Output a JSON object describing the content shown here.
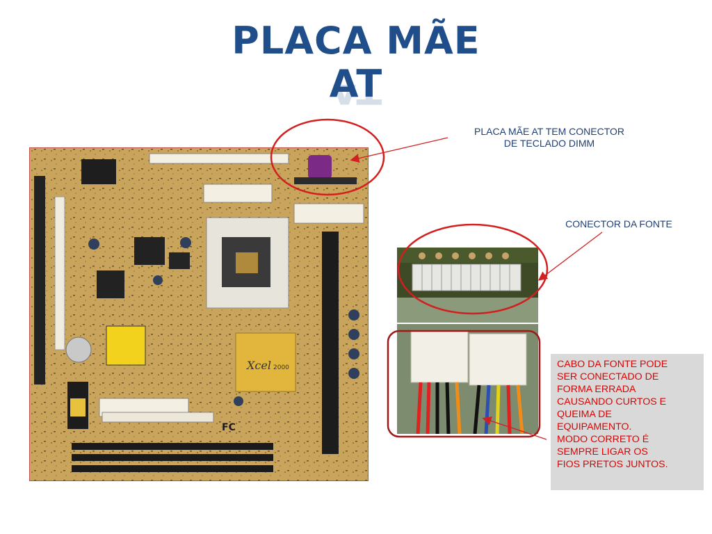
{
  "slide": {
    "title_line1": "PLACA MÃE",
    "title_line2": "AT"
  },
  "callouts": {
    "keyboard": [
      "PLACA MÃE AT TEM CONECTOR",
      "DE TECLADO DIMM"
    ],
    "power_connector": "CONECTOR DA FONTE"
  },
  "warning": {
    "lines": [
      "CABO DA FONTE PODE",
      "SER CONECTADO DE",
      "FORMA ERRADA",
      "CAUSANDO CURTOS E",
      "QUEIMA DE",
      "EQUIPAMENTO.",
      "MODO CORRETO É",
      "SEMPRE LIGAR OS",
      "FIOS PRETOS JUNTOS."
    ]
  },
  "board_labels": {
    "chipset_label": "Xcel",
    "chipset_model": "2000",
    "fcc_mark": "FC"
  },
  "colors": {
    "title": "#1f4e8a",
    "highlight_ring": "#d21f1f",
    "warning_text": "#e00000",
    "warning_background": "#d9d9d9",
    "callout_text": "#1f3f73",
    "board_pcb": "#c8a35a"
  },
  "icons": {
    "board_photo": "motherboard-image",
    "connector_photo": "power-connector-image",
    "cable_photo": "power-cable-image"
  }
}
